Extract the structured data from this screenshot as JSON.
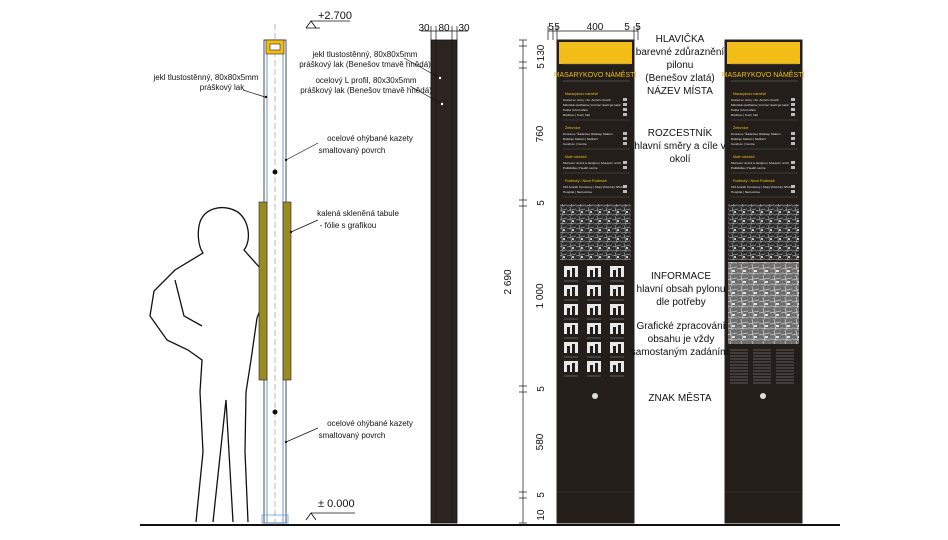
{
  "side_view": {
    "top_level": "+2.700",
    "ground_level": "± 0.000",
    "callouts": [
      "jekl tlustostěnný, 80x80x5mm",
      "práškový lak",
      "ocelové ohýbané kazety",
      "smaltovaný povrch",
      "kalená skleněná tabule",
      "- fólie s grafikou",
      "ocelové ohýbané kazety",
      "smaltovaný povrch"
    ]
  },
  "profile_view": {
    "dims": [
      "30",
      "80",
      "30"
    ],
    "callouts": [
      "jekl tlustostěnný, 80x80x5mm",
      "práškový lak (Benešov tmavě hnědá)",
      "ocelový L profil, 80x30x5mm",
      "práškový lak (Benešov tmavě hnědá)"
    ]
  },
  "front_dims": {
    "top": [
      "5",
      "5",
      "400",
      "5",
      "5"
    ],
    "total": "2 690",
    "vertical": [
      "130",
      "5",
      "760",
      "5",
      "1 000",
      "5",
      "580",
      "5",
      "10"
    ]
  },
  "annotations": [
    {
      "lines": [
        "HLAVIČKA",
        "barevné zdůraznění",
        "pilonu",
        "(Benešov zlatá)",
        "NÁZEV MÍSTA"
      ]
    },
    {
      "lines": [
        "ROZCESTNÍK",
        "hlavní směry a cíle v",
        "okolí"
      ]
    },
    {
      "lines": [
        "INFORMACE",
        "hlavní obsah pylonu",
        "dle potřeby"
      ]
    },
    {
      "lines": [
        "Grafické zpracování",
        "obsahu je vždy",
        "samostaným zadáním."
      ]
    },
    {
      "lines": [
        "ZNAK MĚSTA"
      ]
    }
  ],
  "pylon": {
    "title": "MASARYKOVO NÁMĚSTÍ",
    "sections": [
      {
        "heading": "Masarykovo náměstí",
        "rows": [
          "Kostel sv. Anny | Sv. Anna's church",
          "Městská spořitelna | Former Savings bank",
          "Pošta | Post office",
          "Radnice | Town hall"
        ]
      },
      {
        "heading": "Železnice",
        "rows": [
          "Dvorana / Šalanda | Railway Station",
          "Railway Station | Nádraží",
          "Centrum | Centre"
        ]
      },
      {
        "heading": "Malé náměstí",
        "rows": [
          "Muzeum umění a designu | Museum of Art",
          "Poliklinika | Health centre"
        ]
      },
      {
        "heading": "Podleský / Nové Podleské",
        "rows": [
          "Old Jewish Cemetery | Starý židovský hřbitov",
          "Hospital | Nemocnice"
        ]
      }
    ],
    "colors": {
      "body": "#241e1b",
      "header": "#f3bd17",
      "accent": "#f3bd17",
      "outline": "#222222"
    }
  }
}
